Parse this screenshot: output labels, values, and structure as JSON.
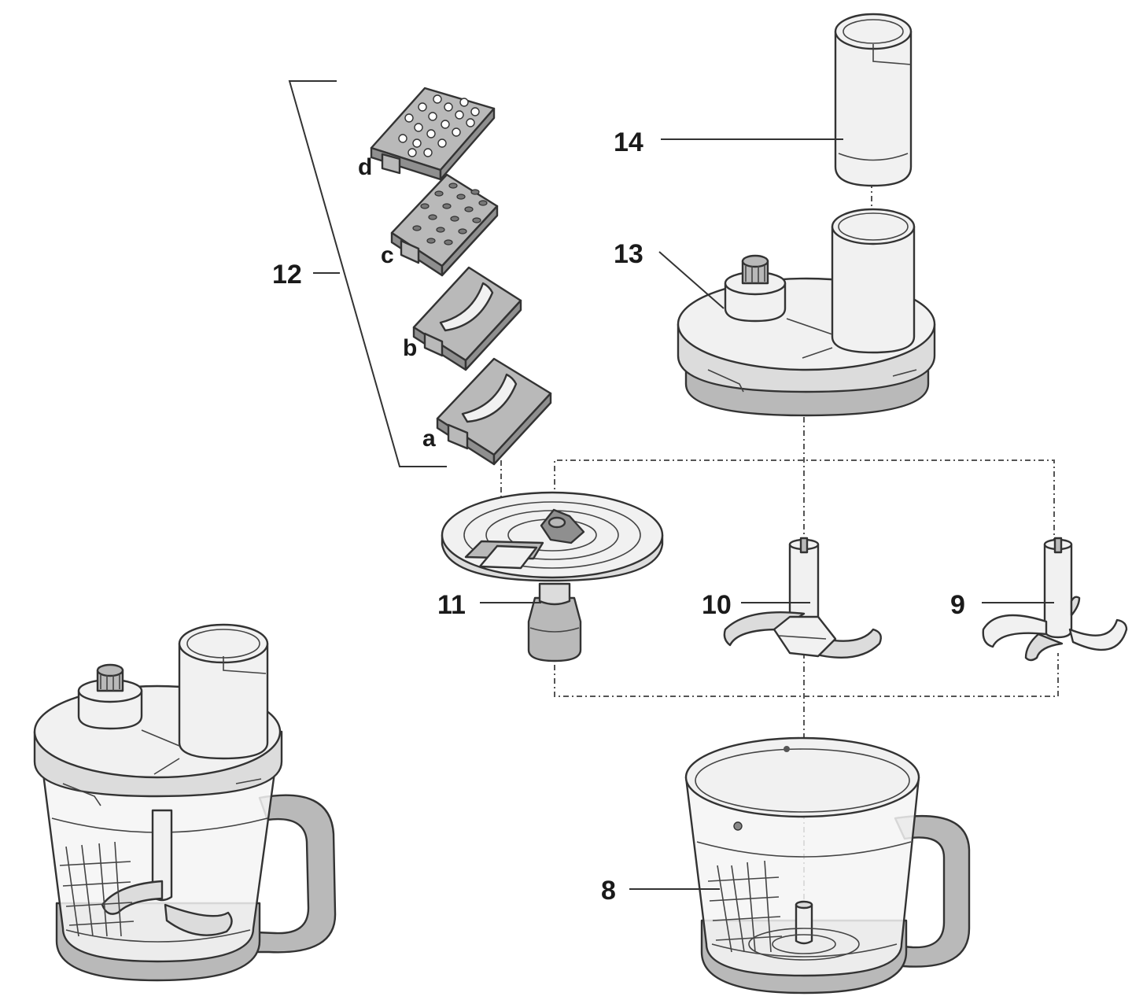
{
  "labels": {
    "n8": "8",
    "n9": "9",
    "n10": "10",
    "n11": "11",
    "n12": "12",
    "n13": "13",
    "n14": "14",
    "la": "a",
    "lb": "b",
    "lc": "c",
    "ld": "d"
  },
  "icons": [
    "assembled-food-processor-icon",
    "bowl-icon",
    "universal-blade-icon",
    "whisk-blade-icon",
    "disc-carrier-icon",
    "insert-disc-icon",
    "lid-icon",
    "pusher-icon"
  ],
  "colors": {
    "line": "#333333",
    "light": "#f1f1f1",
    "mid": "#dcdcdc",
    "dark": "#b9b9b9"
  }
}
